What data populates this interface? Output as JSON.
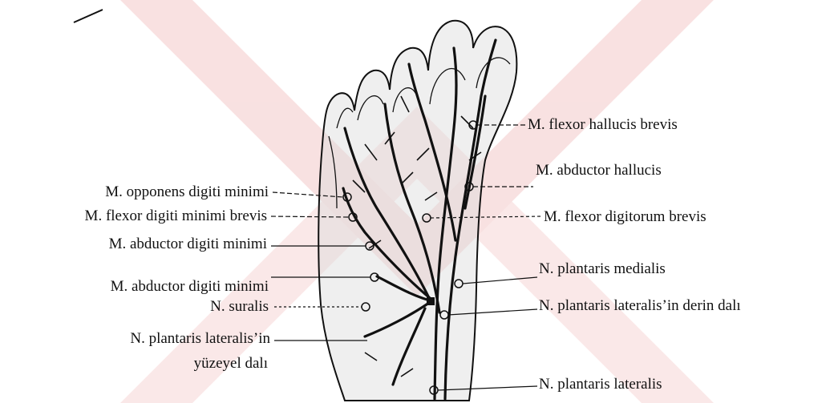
{
  "colors": {
    "watermark": "#f4c9c9",
    "ink": "#111111",
    "foot_shade": "#d9d9d9"
  },
  "labels_left": [
    {
      "id": "opponens",
      "text": "M. opponens digiti minimi"
    },
    {
      "id": "flexor-dm",
      "text": "M. flexor digiti minimi brevis"
    },
    {
      "id": "abductor-dm-1",
      "text": "M. abductor  digiti minimi"
    },
    {
      "id": "abductor-dm-2",
      "text": "M. abductor digiti minimi"
    },
    {
      "id": "suralis",
      "text": "N. suralis"
    },
    {
      "id": "pl-lat-yuzeyel-1",
      "text": "N. plantaris lateralis’in"
    },
    {
      "id": "pl-lat-yuzeyel-2",
      "text": "yüzeyel dalı"
    }
  ],
  "labels_right": [
    {
      "id": "fhb",
      "text": "M. flexor hallucis brevis"
    },
    {
      "id": "abh",
      "text": "M. abductor hallucis"
    },
    {
      "id": "fdb",
      "text": "M. flexor digitorum brevis"
    },
    {
      "id": "pl-med",
      "text": "N. plantaris medialis"
    },
    {
      "id": "pl-lat-derin",
      "text": "N. plantaris lateralis’in  derin dalı"
    },
    {
      "id": "pl-lat",
      "text": "N. plantaris lateralis"
    }
  ]
}
